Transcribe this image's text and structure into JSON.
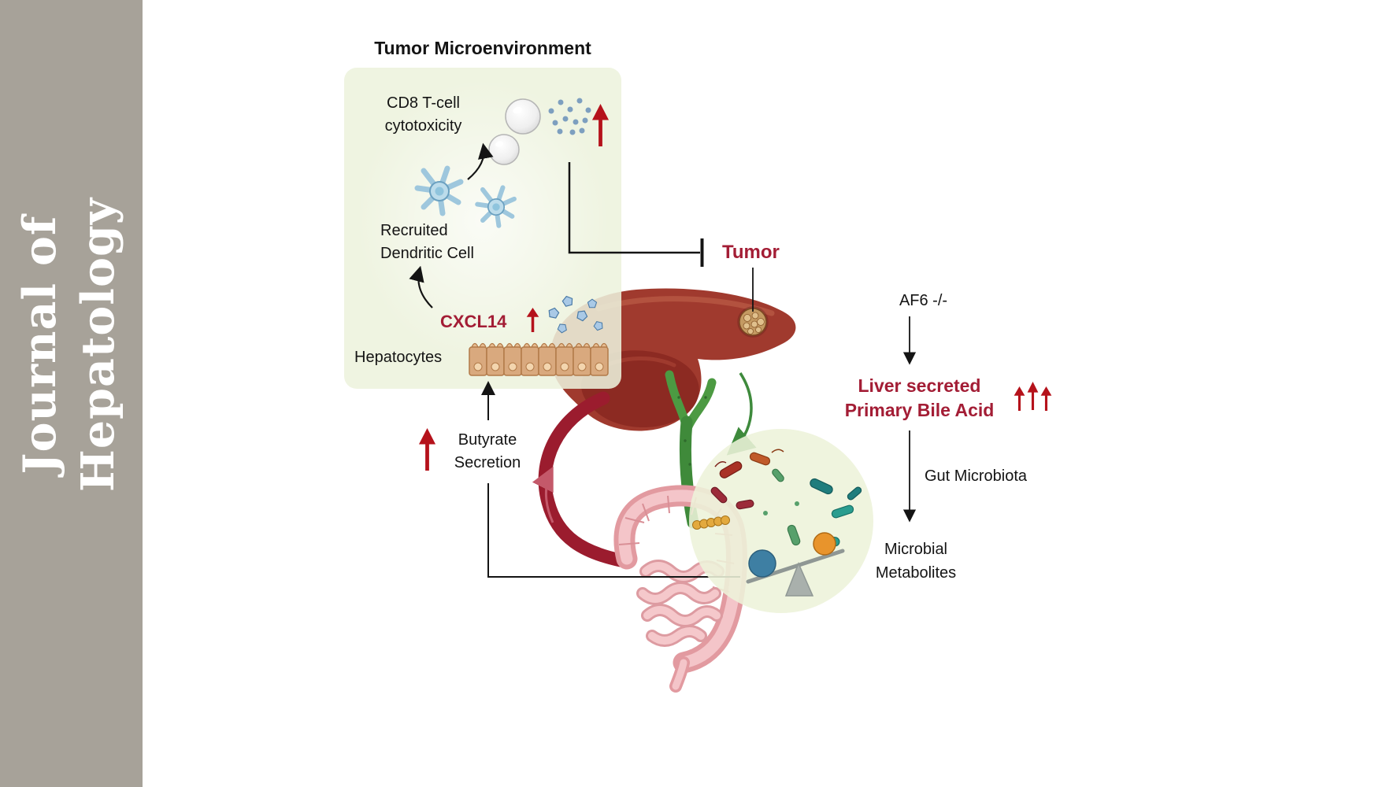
{
  "journal": {
    "line1": "Journal of",
    "line2": "Hepatology"
  },
  "figure": {
    "title": "Tumor Microenvironment",
    "tme": {
      "cd8_label": "CD8 T-cell\ncytotoxicity",
      "dendritic_label": "Recruited\nDendritic Cell",
      "cxcl14_label": "CXCL14",
      "hepatocytes_label": "Hepatocytes"
    },
    "tumor_label": "Tumor",
    "butyrate_label": "Butyrate\nSecretion",
    "right_cascade": {
      "af6_label": "AF6 -/-",
      "bile_acid_label": "Liver secreted\nPrimary Bile Acid",
      "gut_microbiota_label": "Gut Microbiota",
      "microbial_metabolites_label": "Microbial\nMetabolites"
    },
    "colors": {
      "sidebar": "#a7a299",
      "accent_dark_red": "#a31d35",
      "arrow_red": "#b5121b",
      "tme_box": "#edf2dd",
      "liver": "#a03a2e",
      "vessel_green": "#4c9a42",
      "vessel_red": "#9b1c2e",
      "gut_pink": "#e29aa0",
      "microbe_circle": "#edf2d9",
      "balance_blue": "#3e7fa3",
      "balance_orange": "#e8942c",
      "dendritic_blue": "#bcdceb"
    }
  }
}
